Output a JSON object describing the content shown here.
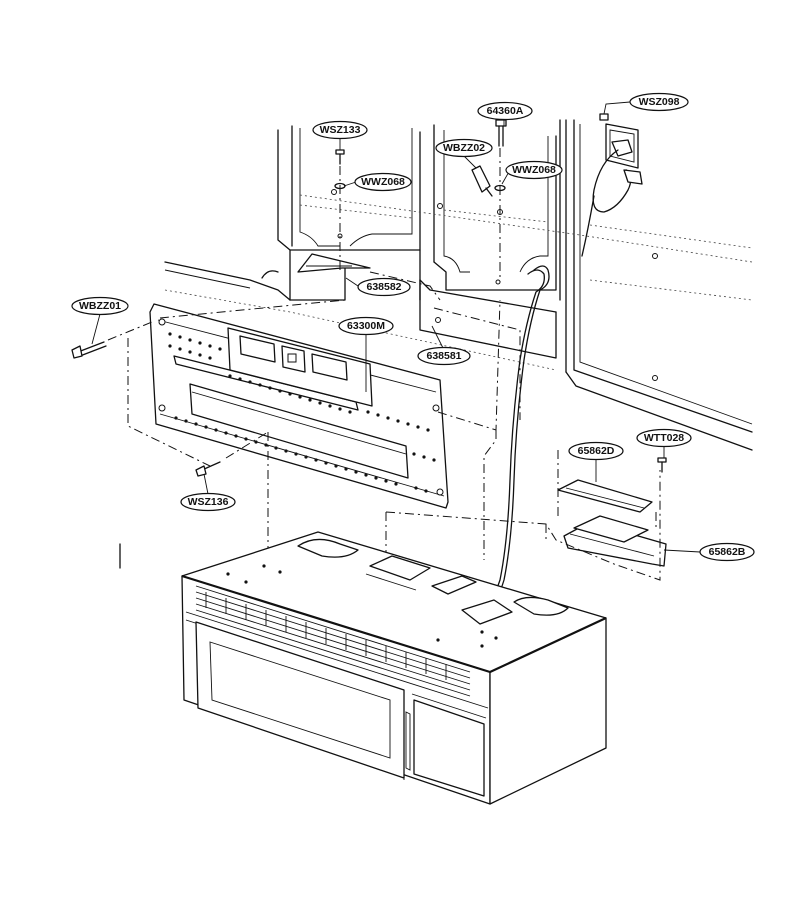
{
  "diagram": {
    "labels": [
      {
        "id": "wsz098",
        "text": "WSZ098"
      },
      {
        "id": "p64360a",
        "text": "64360A"
      },
      {
        "id": "wsz133",
        "text": "WSZ133"
      },
      {
        "id": "wbzz02",
        "text": "WBZZ02"
      },
      {
        "id": "wwz068a",
        "text": "WWZ068"
      },
      {
        "id": "wwz068b",
        "text": "WWZ068"
      },
      {
        "id": "p638582",
        "text": "638582"
      },
      {
        "id": "wbzz01",
        "text": "WBZZ01"
      },
      {
        "id": "p63300m",
        "text": "63300M"
      },
      {
        "id": "p638581",
        "text": "638581"
      },
      {
        "id": "p65862d",
        "text": "65862D"
      },
      {
        "id": "wtt028",
        "text": "WTT028"
      },
      {
        "id": "wsz136",
        "text": "WSZ136"
      },
      {
        "id": "p65862b",
        "text": "65862B"
      }
    ]
  }
}
